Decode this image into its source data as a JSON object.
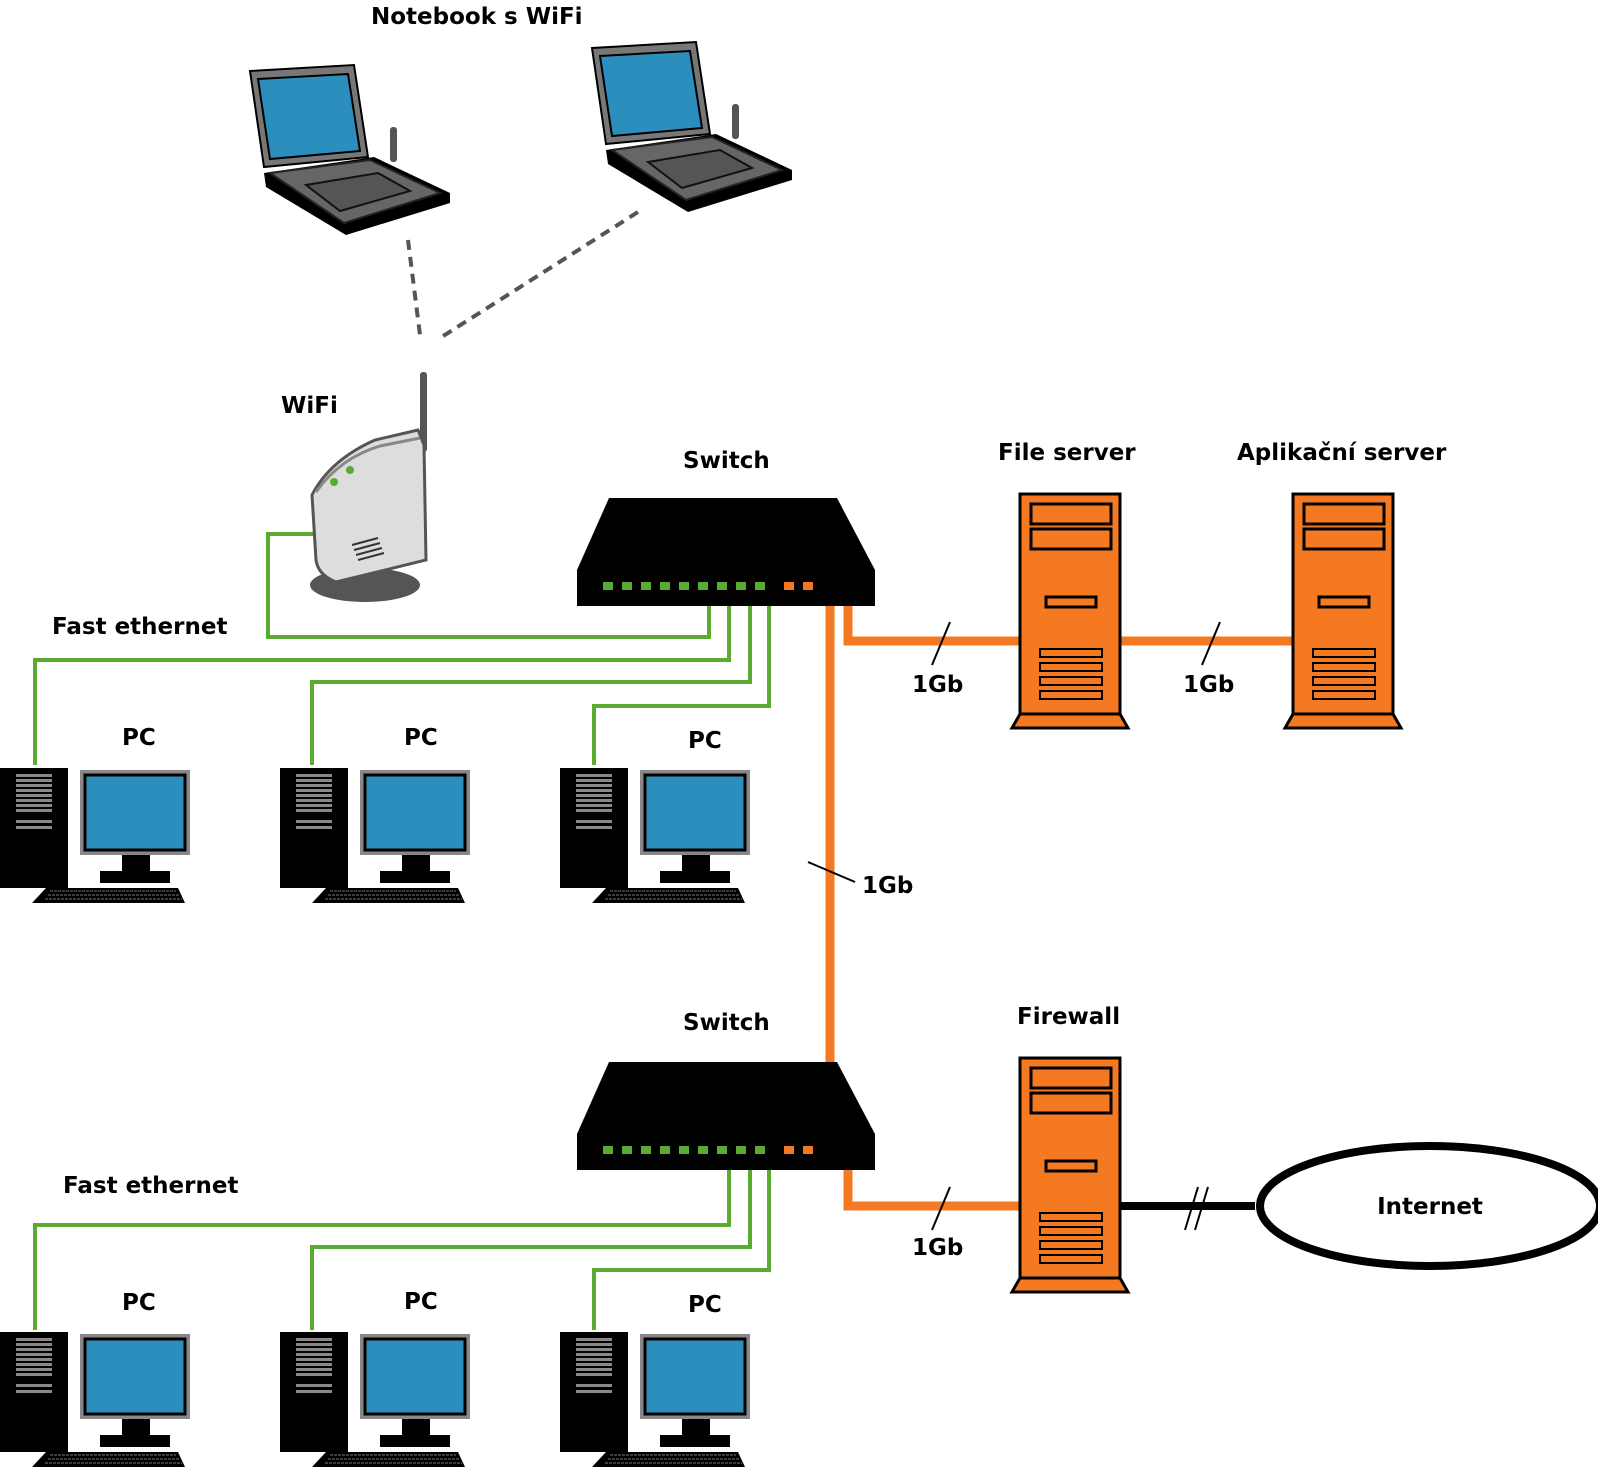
{
  "labels": {
    "notebooks": "Notebook s WiFi",
    "wifi": "WiFi",
    "switch_top": "Switch",
    "switch_bottom": "Switch",
    "file_server": "File server",
    "app_server": "Aplikační server",
    "firewall": "Firewall",
    "internet": "Internet",
    "fast_ethernet_top": "Fast ethernet",
    "fast_ethernet_bottom": "Fast ethernet",
    "pc": "PC",
    "link_switch_fileserver": "1Gb",
    "link_fileserver_appserver": "1Gb",
    "link_switch_switch": "1Gb",
    "link_switch_firewall": "1Gb"
  },
  "colors": {
    "fast_ethernet": "#5aab32",
    "gigabit": "#f47920",
    "device_dark": "#000000",
    "screen": "#2b8ebd",
    "server": "#f47920",
    "wifi_link": "#555555"
  },
  "icons": [
    "laptop-icon",
    "wifi-router-icon",
    "switch-icon",
    "server-tower-icon",
    "pc-icon",
    "internet-cloud-icon"
  ]
}
